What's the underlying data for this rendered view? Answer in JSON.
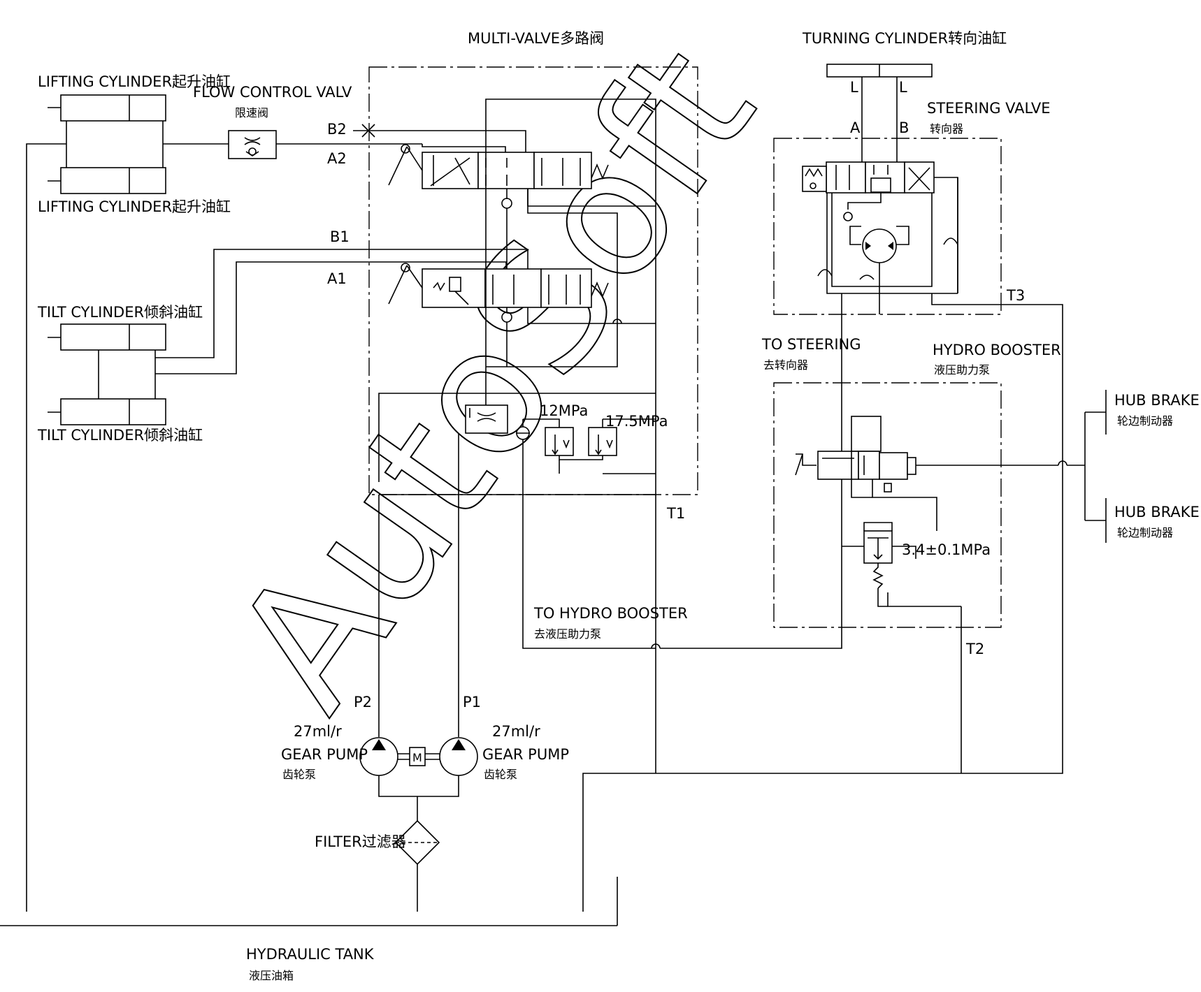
{
  "labels": {
    "multi_valve": "MULTI-VALVE多路阀",
    "turning_cylinder": "TURNING CYLINDER转向油缸",
    "lifting_cylinder_top": "LIFTING CYLINDER起升油缸",
    "lifting_cylinder_bottom": "LIFTING CYLINDER起升油缸",
    "flow_control_valve": "FLOW CONTROL VALV",
    "flow_control_valve_cn": "限速阀",
    "tilt_cylinder_top": "TILT CYLINDER倾斜油缸",
    "tilt_cylinder_bottom": "TILT CYLINDER倾斜油缸",
    "steering_valve": "STEERING VALVE",
    "steering_valve_cn": "转向器",
    "to_steering": "TO STEERING",
    "to_steering_cn": "去转向器",
    "hydro_booster": "HYDRO BOOSTER",
    "hydro_booster_cn": "液压助力泵",
    "hub_brake_1": "HUB BRAKE",
    "hub_brake_1_cn": "轮边制动器",
    "hub_brake_2": "HUB BRAKE",
    "hub_brake_2_cn": "轮边制动器",
    "to_hydro_booster": "TO HYDRO BOOSTER",
    "to_hydro_booster_cn": "去液压助力泵",
    "gear_pump_left_flow": "27ml/r",
    "gear_pump_left": "GEAR PUMP",
    "gear_pump_left_cn": "齿轮泵",
    "gear_pump_right_flow": "27ml/r",
    "gear_pump_right": "GEAR PUMP",
    "gear_pump_right_cn": "齿轮泵",
    "filter": "FILTER过滤器",
    "hydraulic_tank": "HYDRAULIC TANK",
    "hydraulic_tank_cn": "液压油箱",
    "motor": "M",
    "watermark": "AutoSoft"
  },
  "ports": {
    "b2": "B2",
    "a2": "A2",
    "b1": "B1",
    "a1": "A1",
    "t1": "T1",
    "t2": "T2",
    "t3": "T3",
    "p1": "P1",
    "p2": "P2",
    "steer_a": "A",
    "steer_b": "B",
    "cyl_l_left": "L",
    "cyl_l_right": "L"
  },
  "pressures": {
    "relief_main": "12MPa",
    "relief_secondary": "17.5MPa",
    "booster_relief": "3.4±0.1MPa"
  }
}
